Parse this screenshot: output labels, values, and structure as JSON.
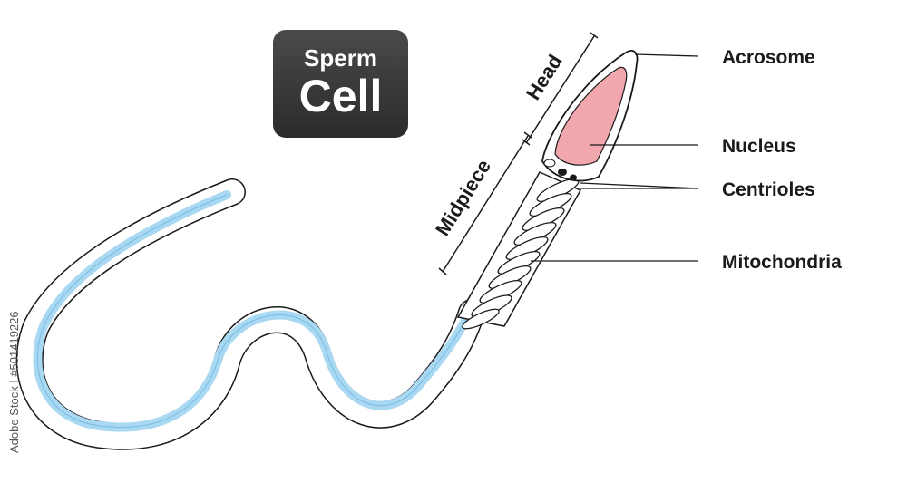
{
  "title": {
    "line1": "Sperm",
    "line2": "Cell"
  },
  "labels": {
    "acrosome": "Acrosome",
    "nucleus": "Nucleus",
    "centrioles": "Centrioles",
    "mitochondria": "Mitochondria"
  },
  "brackets": {
    "head": "Head",
    "midpiece": "Midpiece"
  },
  "watermark": "Adobe Stock | #501419226",
  "colors": {
    "nucleus_fill": "#f2a7ae",
    "tail_core": "#a9d8f2",
    "outline": "#1a1a1a",
    "title_box": "#333333"
  }
}
